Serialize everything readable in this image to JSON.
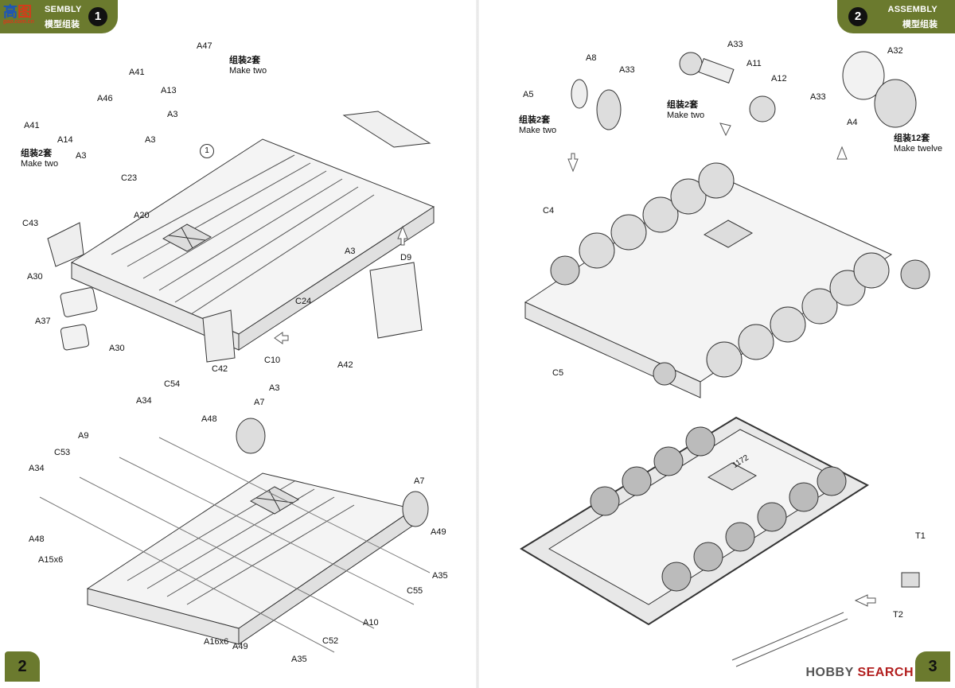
{
  "left_page": {
    "banner": {
      "line1": "SEMBLY",
      "line2": "模型组装",
      "step": "1"
    },
    "logo": {
      "text_a": "高",
      "text_b": "图",
      "subtext": "gao.com.cn"
    },
    "page_number": "2",
    "notes": [
      {
        "zh": "组装2套",
        "en": "Make two"
      },
      {
        "zh": "组装2套",
        "en": "Make two"
      }
    ],
    "callout_circle": "1",
    "labels": [
      "A41",
      "A13",
      "A47",
      "A3",
      "A41",
      "A14",
      "A46",
      "A3",
      "A3",
      "C23",
      "C43",
      "A20",
      "A30",
      "A37",
      "A30",
      "A3",
      "C24",
      "D9",
      "C10",
      "A3",
      "A42",
      "C42",
      "C54",
      "A34",
      "A48",
      "A9",
      "A7",
      "C53",
      "A34",
      "A48",
      "A15x6",
      "A7",
      "A49",
      "A35",
      "C55",
      "A10",
      "C52",
      "A16x6",
      "A49",
      "A35"
    ]
  },
  "right_page": {
    "banner": {
      "line1": "ASSEMBLY",
      "line2": "模型组装",
      "step": "2"
    },
    "page_number": "3",
    "notes": [
      {
        "zh": "组装2套",
        "en": "Make two"
      },
      {
        "zh": "组装2套",
        "en": "Make two"
      },
      {
        "zh": "组装12套",
        "en": "Make twelve"
      }
    ],
    "labels": [
      "A5",
      "A8",
      "A33",
      "A33",
      "A11",
      "A12",
      "A33",
      "A32",
      "A4",
      "C4",
      "C5",
      "T1",
      "T2"
    ],
    "track_count": "1172"
  },
  "watermark": {
    "brand": "HOBBY",
    "suffix": "SEARCH"
  }
}
